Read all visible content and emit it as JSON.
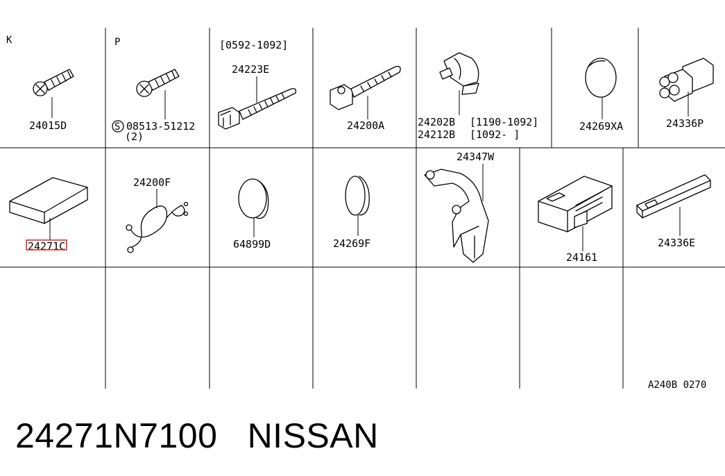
{
  "cells": {
    "k_letter": "K",
    "p_letter": "P",
    "date_range_24223E": "[0592-1092]",
    "labels": {
      "p24015D": "24015D",
      "p08513": "08513-51212",
      "p08513_qty": "(2)",
      "p24223E": "24223E",
      "p24200A": "24200A",
      "p24202B": "24202B",
      "p24202B_range": "[1190-1092]",
      "p24212B": "24212B",
      "p24212B_range": "[1092-     ]",
      "p24269XA": "24269XA",
      "p24336P": "24336P",
      "p24271C": "24271C",
      "p24200F": "24200F",
      "p64899D": "64899D",
      "p24269F": "24269F",
      "p24347W": "24347W",
      "p24161": "24161",
      "p24336E": "24336E"
    },
    "s_symbol": "S"
  },
  "diagram_code": "A240B 0270",
  "highlight_color": "#e0201f",
  "footer": {
    "part_number": "24271N7100",
    "brand": "NISSAN"
  }
}
